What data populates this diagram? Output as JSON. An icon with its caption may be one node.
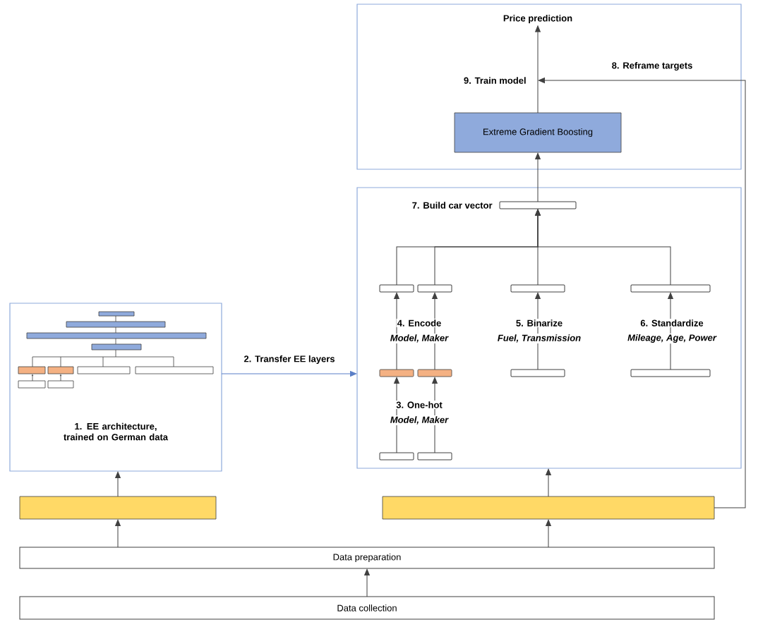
{
  "diagram": {
    "nodes": [
      {
        "text": [],
        "shape": "box"
      },
      {
        "text": [
          "Price prediction"
        ],
        "in": 0
      },
      {
        "text": [
          "Extreme Gradient Boosting"
        ],
        "in": 0
      },
      {
        "text": [],
        "shape": "box"
      },
      {
        "text": [],
        "shape": "bar",
        "in": 3,
        "beside": [
          "7. Build car vector"
        ]
      },
      {
        "text": [],
        "shape": "bar",
        "in": 3
      },
      {
        "text": [],
        "shape": "bar",
        "in": 3
      },
      {
        "text": [],
        "shape": "bar",
        "in": 3
      },
      {
        "text": [],
        "shape": "bar",
        "in": 3
      },
      {
        "text": [],
        "shape": "bar",
        "in": 3
      },
      {
        "text": [],
        "shape": "bar",
        "in": 3
      },
      {
        "text": [],
        "shape": "bar",
        "in": 3
      },
      {
        "text": [],
        "shape": "bar",
        "in": 3
      },
      {
        "text": [],
        "shape": "bar",
        "in": 3
      },
      {
        "text": [],
        "shape": "bar",
        "in": 3
      },
      {
        "text": [
          "1. EE architecture, trained on German data"
        ]
      },
      {
        "text": [],
        "shape": "box"
      },
      {
        "text": [],
        "shape": "box"
      },
      {
        "text": [
          "Data preparation"
        ]
      },
      {
        "text": [
          "Data collection"
        ]
      }
    ],
    "edges": [
      {
        "from": 2,
        "to": 1,
        "arrow": "to",
        "label": "9. Train model"
      },
      {
        "from": 17,
        "to": null,
        "arrow": "to",
        "label": "8. Reframe targets"
      },
      {
        "from": 4,
        "to": 2,
        "arrow": "to"
      },
      {
        "from": 5,
        "to": 4,
        "arrow": "to"
      },
      {
        "from": 6,
        "to": 4,
        "arrow": "to"
      },
      {
        "from": 7,
        "to": 4,
        "arrow": "to"
      },
      {
        "from": 8,
        "to": 4,
        "arrow": "to"
      },
      {
        "from": 9,
        "to": 5,
        "arrow": "to"
      },
      {
        "from": 10,
        "to": 6,
        "arrow": "to"
      },
      {
        "from": 11,
        "to": 7,
        "arrow": "to"
      },
      {
        "from": 12,
        "to": 8,
        "arrow": "to"
      },
      {
        "from": 13,
        "to": 9,
        "arrow": "to"
      },
      {
        "from": 14,
        "to": 10,
        "arrow": "to"
      },
      {
        "from": 15,
        "to": 3,
        "arrow": "to",
        "label": "2. Transfer EE layers",
        "color": "#5b7fc7"
      },
      {
        "from": 16,
        "to": 15,
        "arrow": "to"
      },
      {
        "from": 17,
        "to": 3,
        "arrow": "to"
      },
      {
        "from": 18,
        "to": 16,
        "arrow": "to"
      },
      {
        "from": 18,
        "to": 17,
        "arrow": "to"
      },
      {
        "from": 19,
        "to": 18,
        "arrow": "to"
      }
    ],
    "labels": [
      "4. Encode",
      "Model, Maker",
      "5. Binarize",
      "Fuel, Transmission",
      "6. Standardize",
      "Mileage, Age, Power",
      "3. One-hot",
      "Model, Maker"
    ]
  }
}
